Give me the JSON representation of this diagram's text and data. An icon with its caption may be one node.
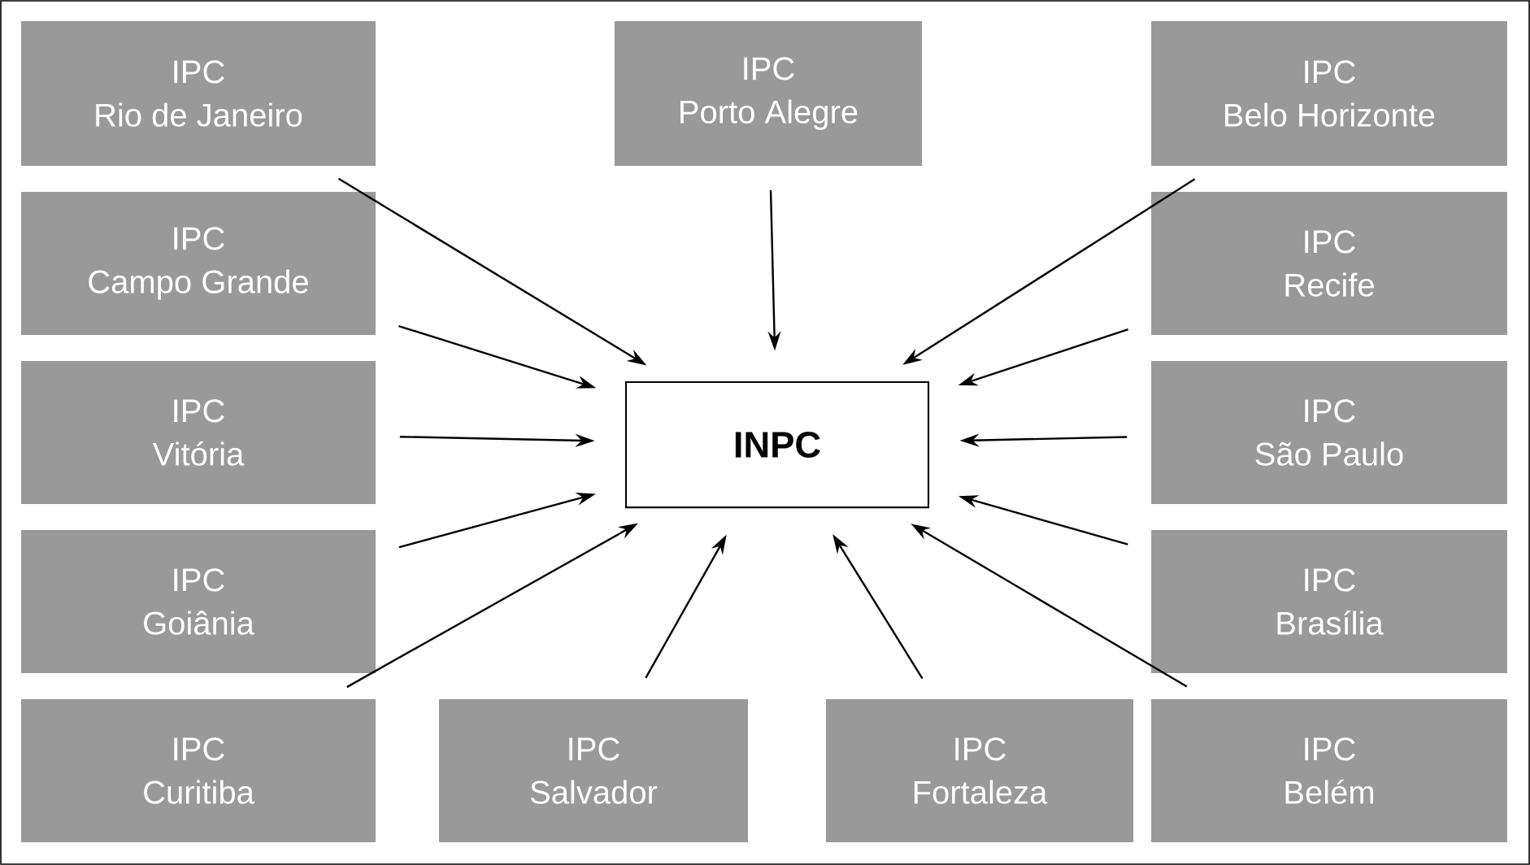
{
  "diagram": {
    "nodes": [
      {
        "text": [
          "IPC",
          "Rio de Janeiro"
        ]
      },
      {
        "text": [
          "IPC",
          "Porto Alegre"
        ]
      },
      {
        "text": [
          "IPC",
          "Belo Horizonte"
        ]
      },
      {
        "text": [
          "IPC",
          "Campo Grande"
        ]
      },
      {
        "text": [
          "IPC",
          "Recife"
        ]
      },
      {
        "text": [
          "IPC",
          "Vitória"
        ]
      },
      {
        "text": [
          "INPC"
        ]
      },
      {
        "text": [
          "IPC",
          "São Paulo"
        ]
      },
      {
        "text": [
          "IPC",
          "Goiânia"
        ]
      },
      {
        "text": [
          "IPC",
          "Brasília"
        ]
      },
      {
        "text": [
          "IPC",
          "Curitiba"
        ]
      },
      {
        "text": [
          "IPC",
          "Salvador"
        ]
      },
      {
        "text": [
          "IPC",
          "Fortaleza"
        ]
      },
      {
        "text": [
          "IPC",
          "Belém"
        ]
      }
    ],
    "edges": [
      {
        "from": 0,
        "to": 6,
        "arrow": "to"
      },
      {
        "from": 1,
        "to": 6,
        "arrow": "to"
      },
      {
        "from": 2,
        "to": 6,
        "arrow": "to"
      },
      {
        "from": 3,
        "to": 6,
        "arrow": "to"
      },
      {
        "from": 4,
        "to": 6,
        "arrow": "to"
      },
      {
        "from": 5,
        "to": 6,
        "arrow": "to"
      },
      {
        "from": 7,
        "to": 6,
        "arrow": "to"
      },
      {
        "from": 8,
        "to": 6,
        "arrow": "to"
      },
      {
        "from": 9,
        "to": 6,
        "arrow": "to"
      },
      {
        "from": 10,
        "to": 6,
        "arrow": "to"
      },
      {
        "from": 11,
        "to": 6,
        "arrow": "to"
      },
      {
        "from": 12,
        "to": 6,
        "arrow": "to"
      },
      {
        "from": 13,
        "to": 6,
        "arrow": "to"
      }
    ]
  }
}
